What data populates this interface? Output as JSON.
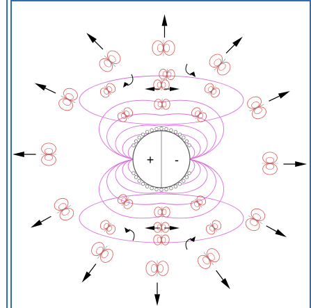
{
  "labels": {
    "plus": "+",
    "minus": "-"
  },
  "colors": {
    "frame": "#2f6db3",
    "field_line": "#d86ad8",
    "dipole_lobe": "#d9534f",
    "arrow": "#000000",
    "charge_ring": "#777777"
  },
  "icons": {
    "arrow": "solid-triangle",
    "dipole": "figure-eight-lobes",
    "ring_bead": "small-circle"
  },
  "theme": "white-background"
}
